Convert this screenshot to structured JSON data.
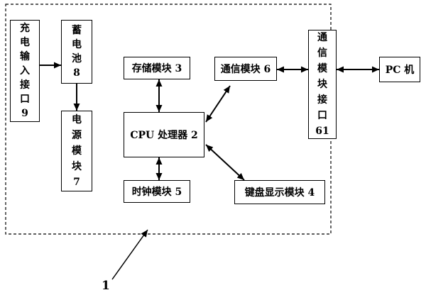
{
  "diagram": {
    "nodes": {
      "charging_port": {
        "lines": [
          "充",
          "电",
          "输",
          "入",
          "接",
          "口",
          "9"
        ]
      },
      "battery": {
        "lines": [
          "蓄",
          "电",
          "池",
          "8"
        ]
      },
      "power_module": {
        "lines": [
          "电",
          "源",
          "模",
          "块",
          "7"
        ]
      },
      "storage_module": {
        "label": "存储模块 3"
      },
      "cpu": {
        "label": "CPU 处理器 2"
      },
      "clock_module": {
        "label": "时钟模块 5"
      },
      "comm_module": {
        "label": "通信模块 6"
      },
      "keyboard_display_module": {
        "label": "键盘显示模块 4"
      },
      "comm_interface": {
        "lines": [
          "通",
          "信",
          "模",
          "块",
          "接",
          "口",
          "61"
        ]
      },
      "pc": {
        "label": "PC 机"
      }
    },
    "boundary_label": "1"
  }
}
